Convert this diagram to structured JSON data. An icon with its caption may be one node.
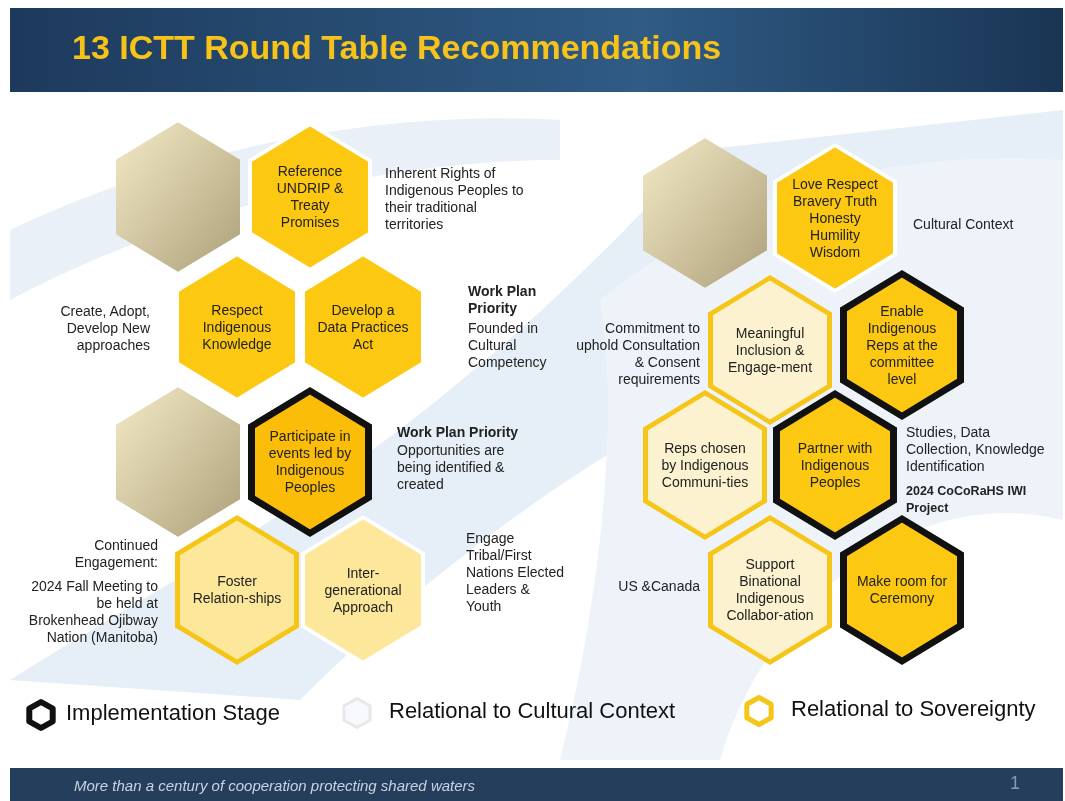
{
  "diagram": {
    "title": "13 ICTT Round Table Recommendations",
    "nodes": [
      {
        "text": [],
        "shape": "hexagon"
      },
      {
        "text": [
          "Reference UNDRIP & Treaty Promises"
        ],
        "beside": [
          "Inherent Rights of Indigenous Peoples to their traditional territories"
        ]
      },
      {
        "text": [
          "Respect Indigenous Knowledge"
        ],
        "beside": [
          "Create, Adopt, Develop New approaches"
        ]
      },
      {
        "text": [
          "Develop a Data Practices Act"
        ],
        "beside": [
          "Work Plan Priority",
          "Founded in Cultural Competency"
        ]
      },
      {
        "text": [],
        "shape": "hexagon"
      },
      {
        "text": [
          "Participate in events led by Indigenous Peoples"
        ],
        "beside": [
          "Work Plan Priority",
          "Opportunities are being identified & created"
        ]
      },
      {
        "text": [
          "Foster Relation-ships"
        ],
        "beside": [
          "2024 Fall Meeting to be held at Brokenhead Ojibway Nation (Manitoba)"
        ]
      },
      {
        "text": [
          "Inter-generational Approach"
        ],
        "beside": [
          "Engage Tribal/First Nations Elected Leaders & Youth"
        ]
      },
      {
        "text": [],
        "shape": "hexagon"
      },
      {
        "text": [
          "Love Respect Bravery Truth Honesty Humility Wisdom"
        ],
        "beside": [
          "Cultural Context"
        ]
      },
      {
        "text": [
          "Meaningful Inclusion & Engage-ment"
        ],
        "beside": [
          "Commitment to uphold Consultation & Consent requirements"
        ]
      },
      {
        "text": [
          "Enable Indigenous Reps at the committee level"
        ]
      },
      {
        "text": [
          "Reps chosen by Indigenous Communi-ties"
        ]
      },
      {
        "text": [
          "Partner with Indigenous Peoples"
        ],
        "beside": [
          "Studies, Data Collection, Knowledge Identification"
        ]
      },
      {
        "text": [
          "Support Binational Indigenous Collabor-ation"
        ],
        "beside": [
          "US &Canada"
        ]
      },
      {
        "text": [
          "Make room for Ceremony"
        ]
      }
    ],
    "labels": [
      "2024 CoCoRaHS IWI Project",
      "Continued Engagement:",
      "More than a century of cooperation protecting shared waters",
      "1"
    ],
    "legend": [
      {
        "text": "Implementation Stage"
      },
      {
        "text": "Relational to Cultural Context"
      },
      {
        "text": "Relational to Sovereignty"
      }
    ]
  }
}
